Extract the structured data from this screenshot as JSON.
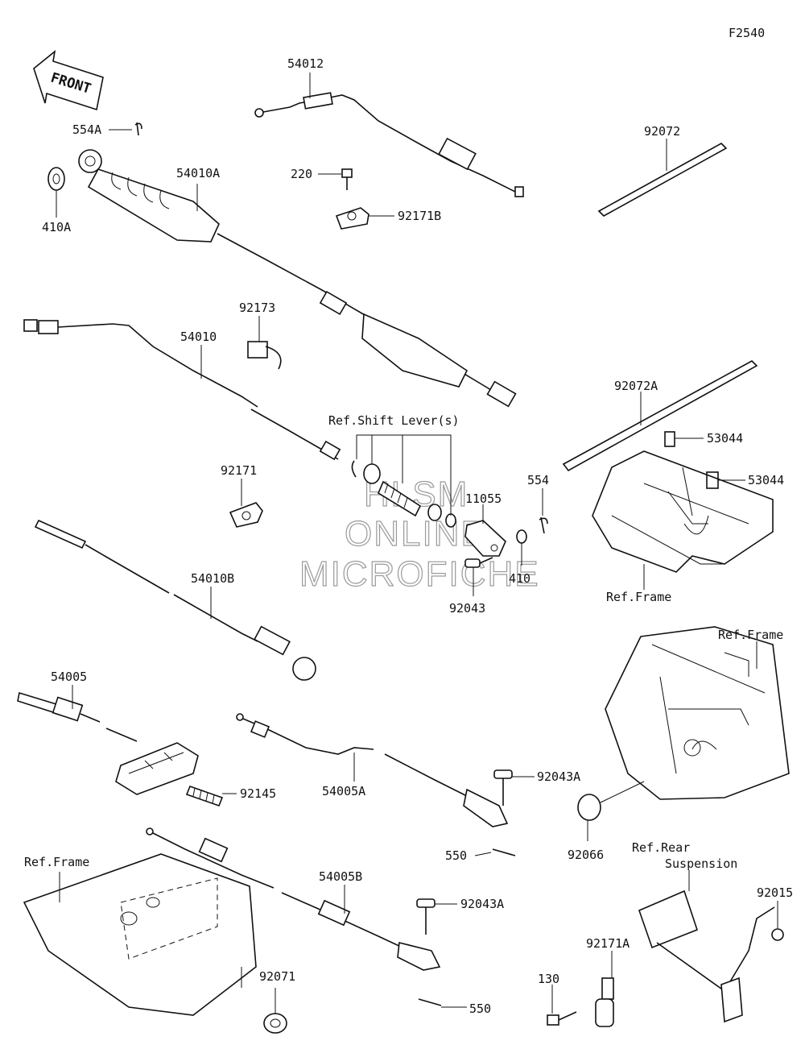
{
  "diagram_id": "F2540",
  "front_arrow_label": "FRONT",
  "watermark": [
    "HLSM",
    "ONLINE",
    "MICROFICHE"
  ],
  "callouts": [
    {
      "id": "c-54012",
      "text": "54012"
    },
    {
      "id": "c-554A",
      "text": "554A"
    },
    {
      "id": "c-410A",
      "text": "410A"
    },
    {
      "id": "c-54010A",
      "text": "54010A"
    },
    {
      "id": "c-220",
      "text": "220"
    },
    {
      "id": "c-92171B",
      "text": "92171B"
    },
    {
      "id": "c-92072",
      "text": "92072"
    },
    {
      "id": "c-92173",
      "text": "92173"
    },
    {
      "id": "c-54010",
      "text": "54010"
    },
    {
      "id": "c-refshift",
      "text": "Ref.Shift Lever(s)"
    },
    {
      "id": "c-92072A",
      "text": "92072A"
    },
    {
      "id": "c-53044a",
      "text": "53044"
    },
    {
      "id": "c-53044b",
      "text": "53044"
    },
    {
      "id": "c-92171",
      "text": "92171"
    },
    {
      "id": "c-554",
      "text": "554"
    },
    {
      "id": "c-11055",
      "text": "11055"
    },
    {
      "id": "c-410",
      "text": "410"
    },
    {
      "id": "c-92043",
      "text": "92043"
    },
    {
      "id": "c-refframe1",
      "text": "Ref.Frame"
    },
    {
      "id": "c-54010B",
      "text": "54010B"
    },
    {
      "id": "c-refframe2",
      "text": "Ref.Frame"
    },
    {
      "id": "c-54005",
      "text": "54005"
    },
    {
      "id": "c-92145",
      "text": "92145"
    },
    {
      "id": "c-54005A",
      "text": "54005A"
    },
    {
      "id": "c-92043A1",
      "text": "92043A"
    },
    {
      "id": "c-550a",
      "text": "550"
    },
    {
      "id": "c-92066",
      "text": "92066"
    },
    {
      "id": "c-refframe3",
      "text": "Ref.Frame"
    },
    {
      "id": "c-54005B",
      "text": "54005B"
    },
    {
      "id": "c-92043A2",
      "text": "92043A"
    },
    {
      "id": "c-refrear1",
      "text": "Ref.Rear"
    },
    {
      "id": "c-refrear2",
      "text": "Suspension"
    },
    {
      "id": "c-92015",
      "text": "92015"
    },
    {
      "id": "c-92171A",
      "text": "92171A"
    },
    {
      "id": "c-130",
      "text": "130"
    },
    {
      "id": "c-92071",
      "text": "92071"
    },
    {
      "id": "c-550b",
      "text": "550"
    }
  ]
}
